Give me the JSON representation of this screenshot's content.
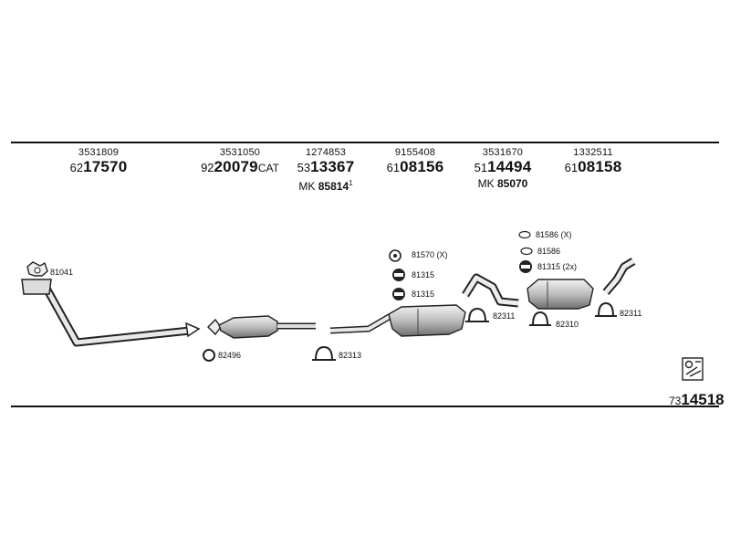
{
  "headers": [
    {
      "orig": "3531809",
      "pre": "62",
      "main": "17570",
      "suffix": "",
      "mk": "",
      "mk_num": "",
      "mk_note": ""
    },
    {
      "orig": "3531050",
      "pre": "92",
      "main": "20079",
      "suffix": "CAT",
      "mk": "",
      "mk_num": "",
      "mk_note": ""
    },
    {
      "orig": "1274853",
      "pre": "53",
      "main": "13367",
      "suffix": "",
      "mk": "MK",
      "mk_num": "85814",
      "mk_note": "1"
    },
    {
      "orig": "9155408",
      "pre": "61",
      "main": "08156",
      "suffix": "",
      "mk": "",
      "mk_num": "",
      "mk_note": ""
    },
    {
      "orig": "3531670",
      "pre": "51",
      "main": "14494",
      "suffix": "",
      "mk": "MK",
      "mk_num": "85070",
      "mk_note": ""
    },
    {
      "orig": "1332511",
      "pre": "61",
      "main": "08158",
      "suffix": "",
      "mk": "",
      "mk_num": "",
      "mk_note": ""
    }
  ],
  "labels": {
    "p81041": "81041",
    "p82496": "82496",
    "p82313": "82313",
    "p81570": "81570 (X)",
    "p81315a": "81315",
    "p81315b": "81315",
    "p82311a": "82311",
    "p81586x": "81586 (X)",
    "p81586": "81586",
    "p81315c": "81315 (2x)",
    "p82310": "82310",
    "p82311b": "82311"
  },
  "kit": {
    "pre": "73",
    "main": "14518"
  },
  "icons": [
    "gasket-icon",
    "clamp-icon",
    "ring-icon",
    "hanger-icon",
    "rubber-mount-icon",
    "kit-icon"
  ]
}
